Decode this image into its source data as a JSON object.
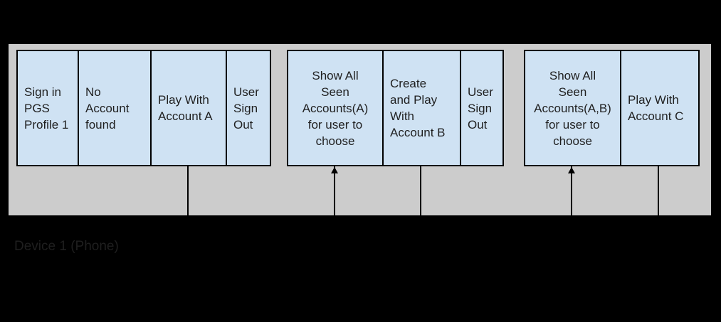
{
  "page": {
    "background_color": "#000000"
  },
  "device_band": {
    "label": "Device 1 (Phone)",
    "fill_color": "#cccccc"
  },
  "styles": {
    "box_fill_color": "#cfe2f3",
    "border_color": "#000000",
    "text_color": "#1f1f1f"
  },
  "groups": [
    {
      "name": "session-1",
      "boxes": [
        {
          "text": "Sign in\nPGS\nProfile 1"
        },
        {
          "text": "No\nAccount\nfound"
        },
        {
          "text": "Play With\nAccount A"
        },
        {
          "text": "User\nSign\nOut"
        }
      ]
    },
    {
      "name": "session-2",
      "boxes": [
        {
          "text": "Show All\nSeen\nAccounts(A)\nfor user to\nchoose"
        },
        {
          "text": "Create\nand Play\nWith\nAccount B"
        },
        {
          "text": "User\nSign\nOut"
        }
      ]
    },
    {
      "name": "session-3",
      "boxes": [
        {
          "text": "Show All\nSeen\nAccounts(A,B)\nfor user to\nchoose"
        },
        {
          "text": "Play With\nAccount C"
        }
      ]
    }
  ],
  "connectors": [
    {
      "from_box": "Play With Account A",
      "direction": "down",
      "arrowhead_up": false
    },
    {
      "from_box": "Show All Seen Accounts(A) for user to choose",
      "direction": "up",
      "arrowhead_up": true
    },
    {
      "from_box": "Create and Play With Account B",
      "direction": "down",
      "arrowhead_up": false
    },
    {
      "from_box": "Show All Seen Accounts(A,B) for user to choose",
      "direction": "up",
      "arrowhead_up": true
    },
    {
      "from_box": "Play With Account C",
      "direction": "down",
      "arrowhead_up": false
    }
  ]
}
